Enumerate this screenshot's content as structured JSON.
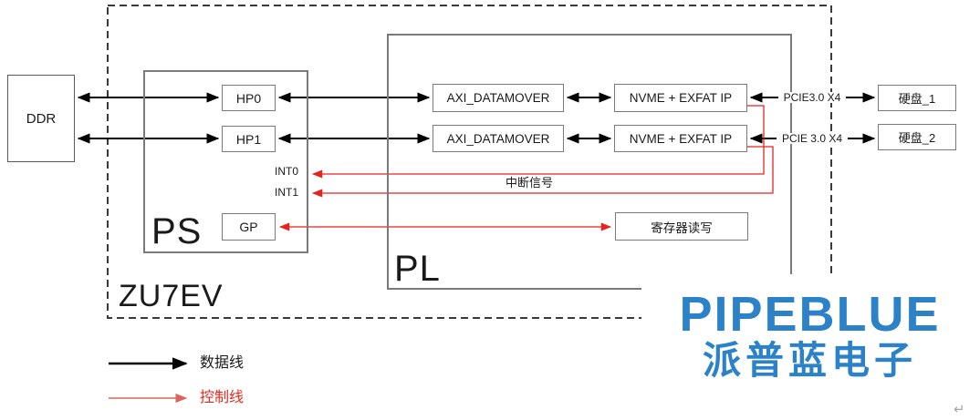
{
  "diagram": {
    "zu7ev_label": "ZU7EV",
    "ddr_label": "DDR",
    "ps_label": "PS",
    "pl_label": "PL",
    "hp0": "HP0",
    "hp1": "HP1",
    "gp": "GP",
    "int0": "INT0",
    "int1": "INT1",
    "axi_datamover_1": "AXI_DATAMOVER",
    "axi_datamover_2": "AXI_DATAMOVER",
    "nvme_exfat_1": "NVME + EXFAT IP",
    "nvme_exfat_2": "NVME + EXFAT IP",
    "register_rw": "寄存器读写",
    "interrupt_signal": "中断信号",
    "pcie_1": "PCIE3.0 X4",
    "pcie_2": "PCIE 3.0 X4",
    "disk_1": "硬盘_1",
    "disk_2": "硬盘_2"
  },
  "legend": {
    "data_line": "数据线",
    "control_line": "控制线"
  },
  "logo": {
    "title": "PIPEBLUE",
    "subtitle": "派普蓝电子"
  },
  "misc": {
    "return_mark": "↵"
  },
  "colors": {
    "data_line_black": "#000000",
    "control_line_red": "#e8231e",
    "logo_blue": "#2b82c9",
    "box_border_gray": "#7a7a7a"
  }
}
